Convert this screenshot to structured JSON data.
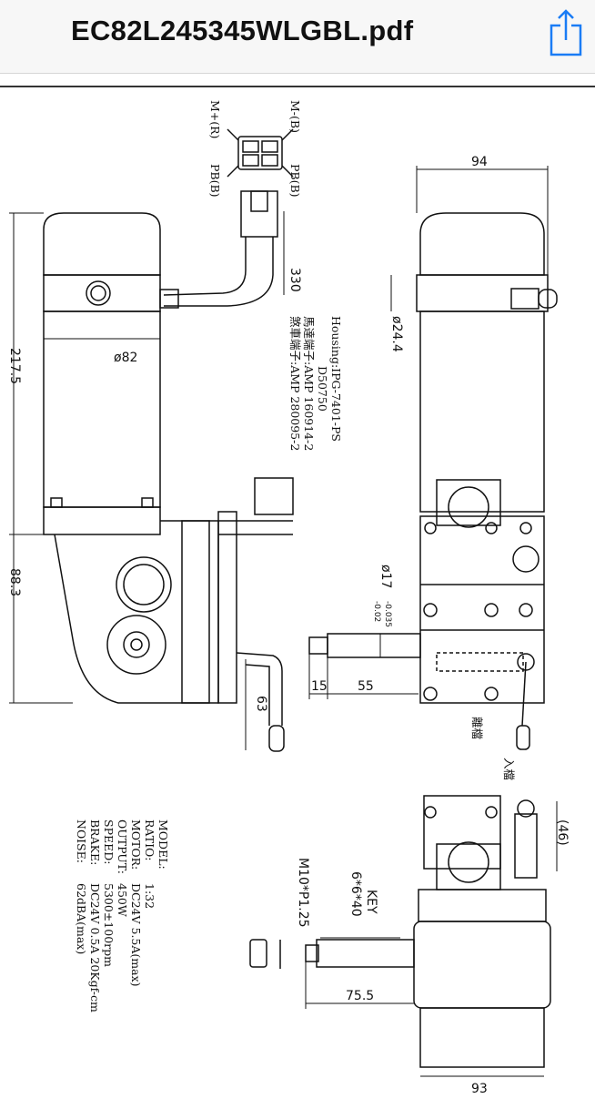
{
  "header": {
    "title": "EC82L245345WLGBL.pdf",
    "share_icon": "share-icon",
    "accent": "#1a7cf5"
  },
  "connector": {
    "m_minus": "M-(B)",
    "m_plus": "M+(R)",
    "pb_left": "PB(B)",
    "pb_right": "PB(B)"
  },
  "dimensions": {
    "cable_length": "330",
    "motor_length": "217.5",
    "motor_diameter": "ø82",
    "gear_height": "88.3",
    "width_top": "94",
    "brake_diameter": "ø24.4",
    "shaft_diameter": "ø17",
    "shaft_tol_upper": "-0.02",
    "shaft_tol_lower": "-0.035",
    "shaft_15": "15",
    "shaft_55": "55",
    "lever_63": "63",
    "lever_46": "(46)",
    "key": "KEY",
    "key_size": "6*6*40",
    "thread": "M10*P1.25",
    "shaft_75": "75.5",
    "width_bottom": "93"
  },
  "lever_labels": {
    "disengage": "離檔",
    "engage": "入檔"
  },
  "housing": {
    "line1": "Housing:IPG-7401-PS",
    "line2": "D50750",
    "line3": "馬達端子:AMP 160914-2",
    "line4": "煞車端子:AMP 280095-2"
  },
  "specs": [
    {
      "label": "MODEL:",
      "value": ""
    },
    {
      "label": "RATIO:",
      "value": "1:32"
    },
    {
      "label": "MOTOR:",
      "value": "DC24V  5.5A(max)"
    },
    {
      "label": "OUTPUT:",
      "value": "450W"
    },
    {
      "label": "SPEED:",
      "value": "5300±100rpm"
    },
    {
      "label": "BRAKE:",
      "value": "DC24V 0.5A 20Kgf-cm"
    },
    {
      "label": "NOISE:",
      "value": "62dBA(max)"
    }
  ]
}
